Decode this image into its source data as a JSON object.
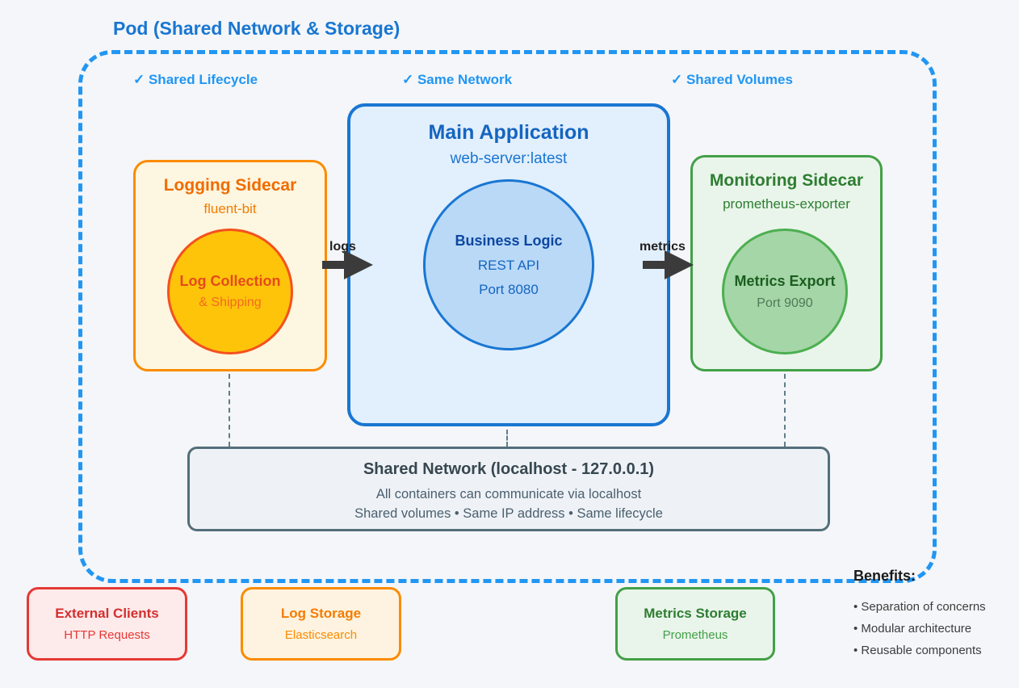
{
  "pod": {
    "title": "Pod (Shared Network & Storage)",
    "features": [
      "✓ Shared Lifecycle",
      "✓ Same Network",
      "✓ Shared Volumes"
    ]
  },
  "logging_sidecar": {
    "title": "Logging Sidecar",
    "image": "fluent-bit",
    "circle": {
      "title": "Log Collection",
      "subtitle": "& Shipping"
    }
  },
  "main_application": {
    "title": "Main Application",
    "image": "web-server:latest",
    "circle": {
      "title": "Business Logic",
      "line2": "REST API",
      "line3": "Port 8080"
    }
  },
  "monitoring_sidecar": {
    "title": "Monitoring Sidecar",
    "image": "prometheus-exporter",
    "circle": {
      "title": "Metrics Export",
      "line2": "Port 9090"
    }
  },
  "flows": {
    "logs_label": "logs",
    "metrics_label": "metrics"
  },
  "shared_network": {
    "title": "Shared Network (localhost - 127.0.0.1)",
    "line1": "All containers can communicate via localhost",
    "line2": "Shared volumes • Same IP address • Same lifecycle"
  },
  "external_boxes": [
    {
      "title": "External Clients",
      "subtitle": "HTTP Requests"
    },
    {
      "title": "Log Storage",
      "subtitle": "Elasticsearch"
    },
    {
      "title": "Metrics Storage",
      "subtitle": "Prometheus"
    }
  ],
  "benefits": {
    "title": "Benefits:",
    "items": [
      "• Separation of concerns",
      "• Modular architecture",
      "• Reusable components"
    ]
  },
  "colors": {
    "pod_blue": "#2196f3",
    "main_blue": "#1976d2",
    "logging_orange": "#fb8c00",
    "logging_gold": "#fdc40a",
    "monitoring_green": "#43a047",
    "network_slate": "#546e7a",
    "external_red": "#e53935",
    "arrow_dark": "#3b3b3b"
  }
}
